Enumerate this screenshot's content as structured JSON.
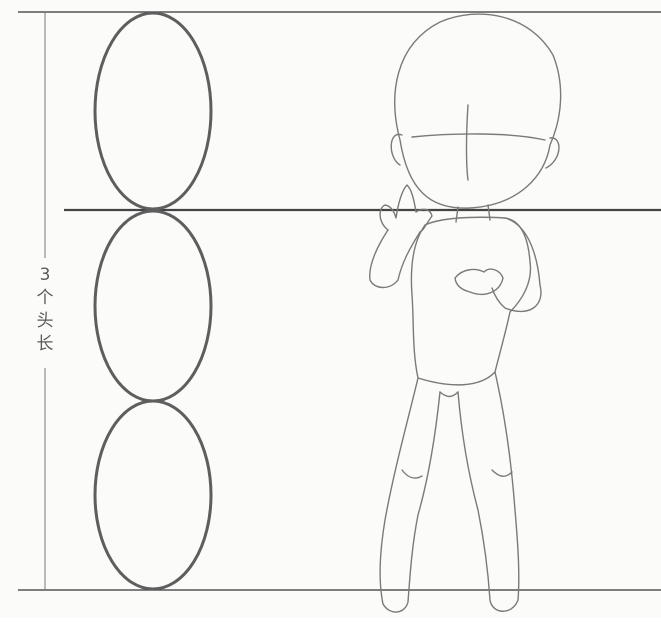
{
  "figure": {
    "measure_label": {
      "number": "3",
      "char_1": "个",
      "char_2": "头",
      "char_3": "长"
    },
    "head_units": 3,
    "colors": {
      "background": "#fbfbfa",
      "guide_line": "#555555",
      "head_ellipse": "#5e5e5e",
      "figure_stroke": "#7a7a7a",
      "label_text": "#5a5a5a"
    }
  }
}
